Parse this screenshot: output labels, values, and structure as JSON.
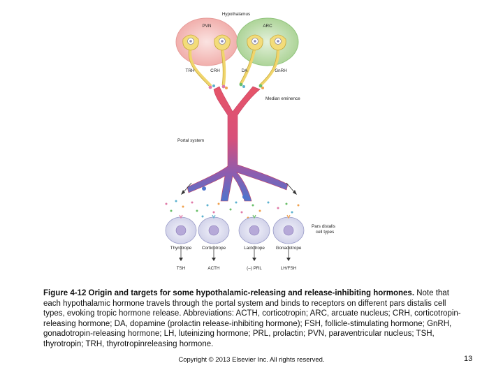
{
  "figure": {
    "hypothalamus_label": "Hypothalamus",
    "nuclei": [
      {
        "label": "PVN",
        "color": "#f4b9b6"
      },
      {
        "label": "ARC",
        "color": "#b6d9a4"
      }
    ],
    "hormones": [
      "TRH",
      "CRH",
      "DA",
      "GnRH"
    ],
    "median_eminence_label": "Median eminence",
    "portal_system_label": "Portal system",
    "pars_distalis_label": [
      "Pars distalis",
      "cell types"
    ],
    "cells": [
      {
        "name": "Thyrotrope",
        "output": "TSH"
      },
      {
        "name": "Corticotrope",
        "output": "ACTH"
      },
      {
        "name": "Lactotrope",
        "output": "(–) PRL"
      },
      {
        "name": "Gonadotrope",
        "output": "LH/FSH"
      }
    ],
    "colors": {
      "neuron_yellow": "#f3dc7a",
      "portal_red": "#e0506a",
      "portal_blue": "#5b72c8",
      "cell_fill": "#dcdcef"
    }
  },
  "caption": {
    "title": "Figure 4-12 Origin and targets for some hypothalamic-releasing and release-inhibiting hormones.",
    "body": " Note that each hypothalamic hormone travels through the portal system and binds to receptors on different pars distalis cell types, evoking tropic hormone release. Abbreviations: ACTH, corticotropin; ARC, arcuate nucleus; CRH, corticotropin-releasing hormone; DA, dopamine (prolactin release-inhibiting hormone); FSH, follicle-stimulating hormone; GnRH, gonadotropin-releasing hormone; LH, luteinizing hormone; PRL, prolactin; PVN, paraventricular nucleus; TSH, thyrotropin; TRH, thyrotropinreleasing hormone."
  },
  "copyright": "Copyright © 2013 Elsevier Inc. All rights reserved.",
  "page_number": "13"
}
